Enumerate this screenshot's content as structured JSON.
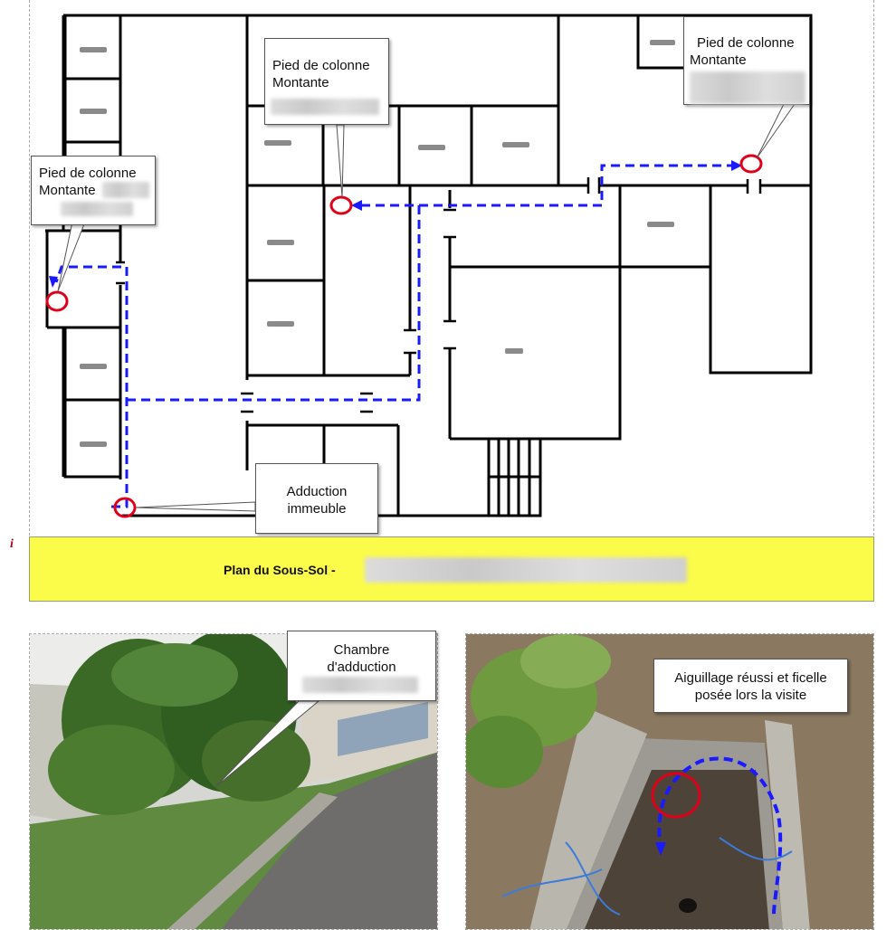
{
  "plan": {
    "callouts": {
      "left": {
        "line1": "Pied de colonne",
        "line2": "Montante"
      },
      "center": {
        "line1": "Pied de colonne",
        "line2": "Montante"
      },
      "right": {
        "line1": "Pied de colonne",
        "line2": "Montante"
      },
      "adduction": {
        "line1": "Adduction",
        "line2": "immeuble"
      }
    },
    "colors": {
      "path": "#1a1aff",
      "marker": "#e0001a",
      "wall": "#000000"
    }
  },
  "caption": {
    "label": "Plan du Sous-Sol -",
    "background": "#fbfb4a"
  },
  "photos": {
    "left": {
      "callout_line1": "Chambre",
      "callout_line2": "d'adduction"
    },
    "right": {
      "callout_line1": "Aiguillage réussi et ficelle",
      "callout_line2": "posée lors la visite"
    }
  },
  "info_icon": "info-icon"
}
